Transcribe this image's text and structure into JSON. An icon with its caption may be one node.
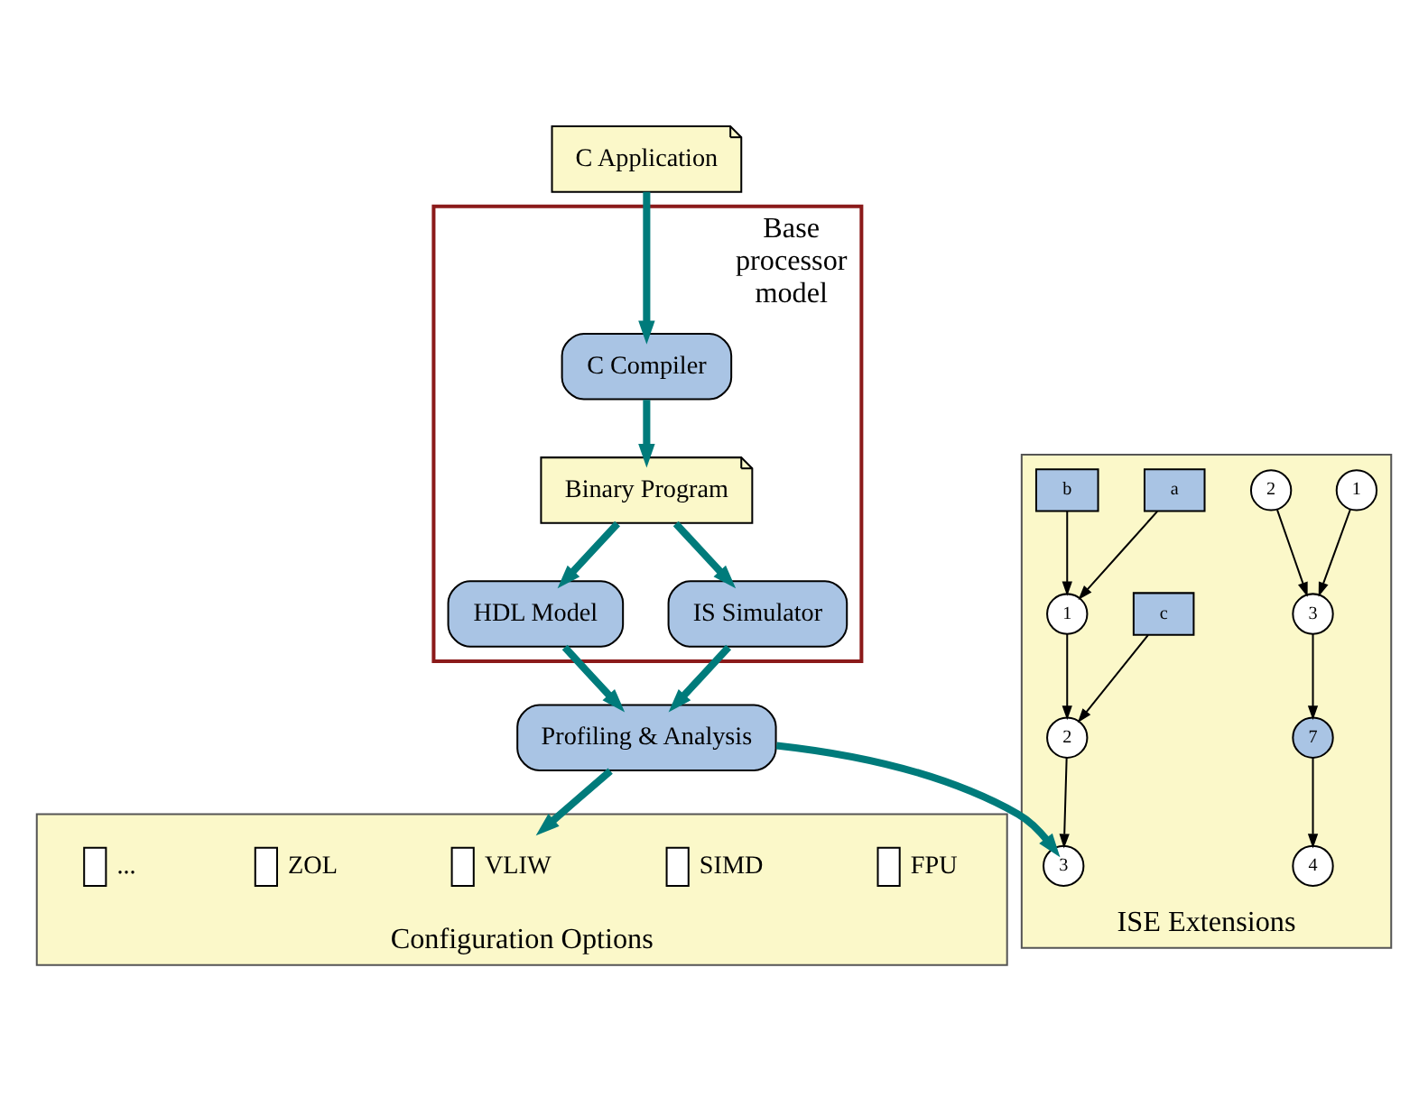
{
  "diagram": {
    "nodes": [
      {
        "text": [
          "C Application"
        ]
      },
      {
        "text": [
          "Base processor model"
        ]
      },
      {
        "text": [
          "C Compiler"
        ],
        "in": 1
      },
      {
        "text": [
          "Binary Program"
        ],
        "in": 1
      },
      {
        "text": [
          "HDL Model"
        ],
        "in": 1
      },
      {
        "text": [
          "IS Simulator"
        ],
        "in": 1
      },
      {
        "text": [
          "Profiling & Analysis"
        ]
      },
      {
        "text": [
          "Configuration Options"
        ]
      },
      {
        "text": [
          "FPU"
        ],
        "in": 7
      },
      {
        "text": [
          "SIMD"
        ],
        "in": 7
      },
      {
        "text": [
          "VLIW"
        ],
        "in": 7
      },
      {
        "text": [
          "ZOL"
        ],
        "in": 7
      },
      {
        "text": [
          "..."
        ],
        "in": 7
      },
      {
        "text": [
          "ISE Extensions"
        ]
      },
      {
        "text": [
          "a"
        ],
        "in": 13
      },
      {
        "text": [
          "b"
        ],
        "in": 13
      },
      {
        "text": [
          "c"
        ],
        "in": 13
      },
      {
        "text": [
          "1"
        ],
        "in": 13
      },
      {
        "text": [
          "2"
        ],
        "in": 13
      },
      {
        "text": [
          "3"
        ],
        "in": 13
      },
      {
        "text": [
          "1"
        ],
        "in": 13
      },
      {
        "text": [
          "2"
        ],
        "in": 13
      },
      {
        "text": [
          "3"
        ],
        "in": 13
      },
      {
        "text": [
          "7"
        ],
        "in": 13
      },
      {
        "text": [
          "4"
        ],
        "in": 13
      }
    ],
    "edges": [
      {
        "from": 0,
        "to": 2,
        "arrow": "to",
        "style": "thick",
        "color": "#007b7b"
      },
      {
        "from": 2,
        "to": 3,
        "arrow": "to",
        "style": "thick",
        "color": "#007b7b"
      },
      {
        "from": 3,
        "to": 4,
        "arrow": "to",
        "style": "thick",
        "color": "#007b7b"
      },
      {
        "from": 3,
        "to": 5,
        "arrow": "to",
        "style": "thick",
        "color": "#007b7b"
      },
      {
        "from": 4,
        "to": 6,
        "arrow": "to",
        "style": "thick",
        "color": "#007b7b"
      },
      {
        "from": 5,
        "to": 6,
        "arrow": "to",
        "style": "thick",
        "color": "#007b7b"
      },
      {
        "from": 6,
        "to": 10,
        "arrow": "to",
        "style": "thick",
        "color": "#007b7b"
      },
      {
        "from": 6,
        "to": 19,
        "arrow": "to",
        "style": "thick",
        "color": "#007b7b"
      },
      {
        "from": 14,
        "to": 17,
        "arrow": "to"
      },
      {
        "from": 15,
        "to": 17,
        "arrow": "to"
      },
      {
        "from": 17,
        "to": 18,
        "arrow": "to"
      },
      {
        "from": 16,
        "to": 18,
        "arrow": "to"
      },
      {
        "from": 18,
        "to": 19,
        "arrow": "to"
      },
      {
        "from": 20,
        "to": 22,
        "arrow": "to"
      },
      {
        "from": 21,
        "to": 22,
        "arrow": "to"
      },
      {
        "from": 22,
        "to": 23,
        "arrow": "to"
      },
      {
        "from": 23,
        "to": 24,
        "arrow": "to"
      }
    ]
  }
}
